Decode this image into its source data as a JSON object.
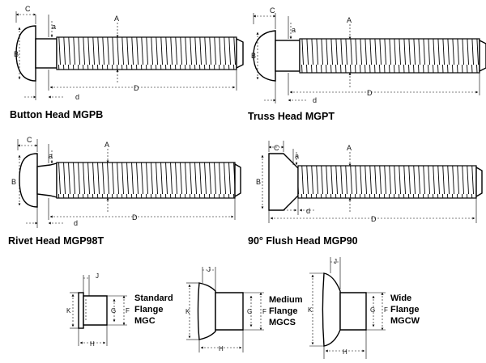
{
  "fasteners": [
    {
      "id": "mgpb",
      "caption": "Button Head MGPB",
      "labels": {
        "c": "C",
        "a": "a",
        "b": "B",
        "A": "A",
        "d": "d",
        "D": "D"
      }
    },
    {
      "id": "mgpt",
      "caption": "Truss Head MGPT",
      "labels": {
        "c": "C",
        "a": "a",
        "b": "B",
        "A": "A",
        "d": "d",
        "D": "D"
      }
    },
    {
      "id": "mgp98t",
      "caption": "Rivet Head MGP98T",
      "labels": {
        "c": "C",
        "a": "a",
        "b": "B",
        "A": "A",
        "d": "d",
        "D": "D"
      }
    },
    {
      "id": "mgp90",
      "caption": "90° Flush Head MGP90",
      "labels": {
        "c": "C",
        "a": "a",
        "b": "B",
        "A": "A",
        "d": "d",
        "D": "D"
      }
    }
  ],
  "collars": [
    {
      "id": "mgc",
      "line1": "Standard",
      "line2": "Flange",
      "line3": "MGC",
      "labels": {
        "j": "J",
        "k": "K",
        "g": "G",
        "f": "F",
        "h": "H"
      }
    },
    {
      "id": "mgcs",
      "line1": "Medium",
      "line2": "Flange",
      "line3": "MGCS",
      "labels": {
        "j": "J",
        "k": "K",
        "g": "G",
        "f": "F",
        "h": "H"
      }
    },
    {
      "id": "mgcw",
      "line1": "Wide",
      "line2": "Flange",
      "line3": "MGCW",
      "labels": {
        "j": "J",
        "k": "K",
        "g": "G",
        "f": "F",
        "h": "H"
      }
    }
  ]
}
